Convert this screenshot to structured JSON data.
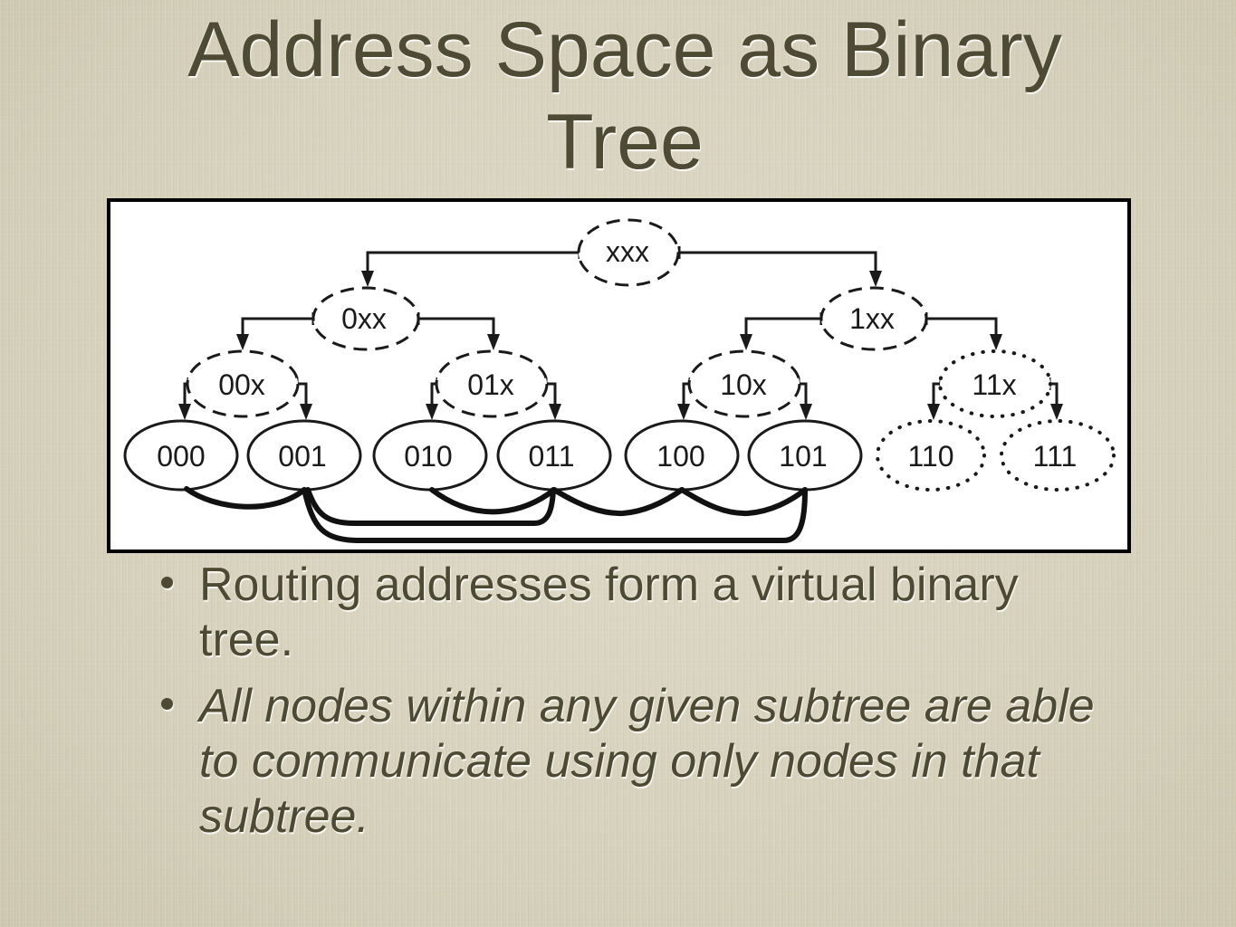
{
  "slide": {
    "title": "Address Space as Binary Tree",
    "bullets": [
      "Routing addresses form a virtual binary tree.",
      "All nodes within any given subtree are able to communicate using only nodes in that subtree."
    ]
  },
  "diagram": {
    "root": "xxx",
    "level1": [
      "0xx",
      "1xx"
    ],
    "level2": [
      "00x",
      "01x",
      "10x",
      "11x"
    ],
    "leaves": [
      "000",
      "001",
      "010",
      "011",
      "100",
      "101",
      "110",
      "111"
    ]
  }
}
